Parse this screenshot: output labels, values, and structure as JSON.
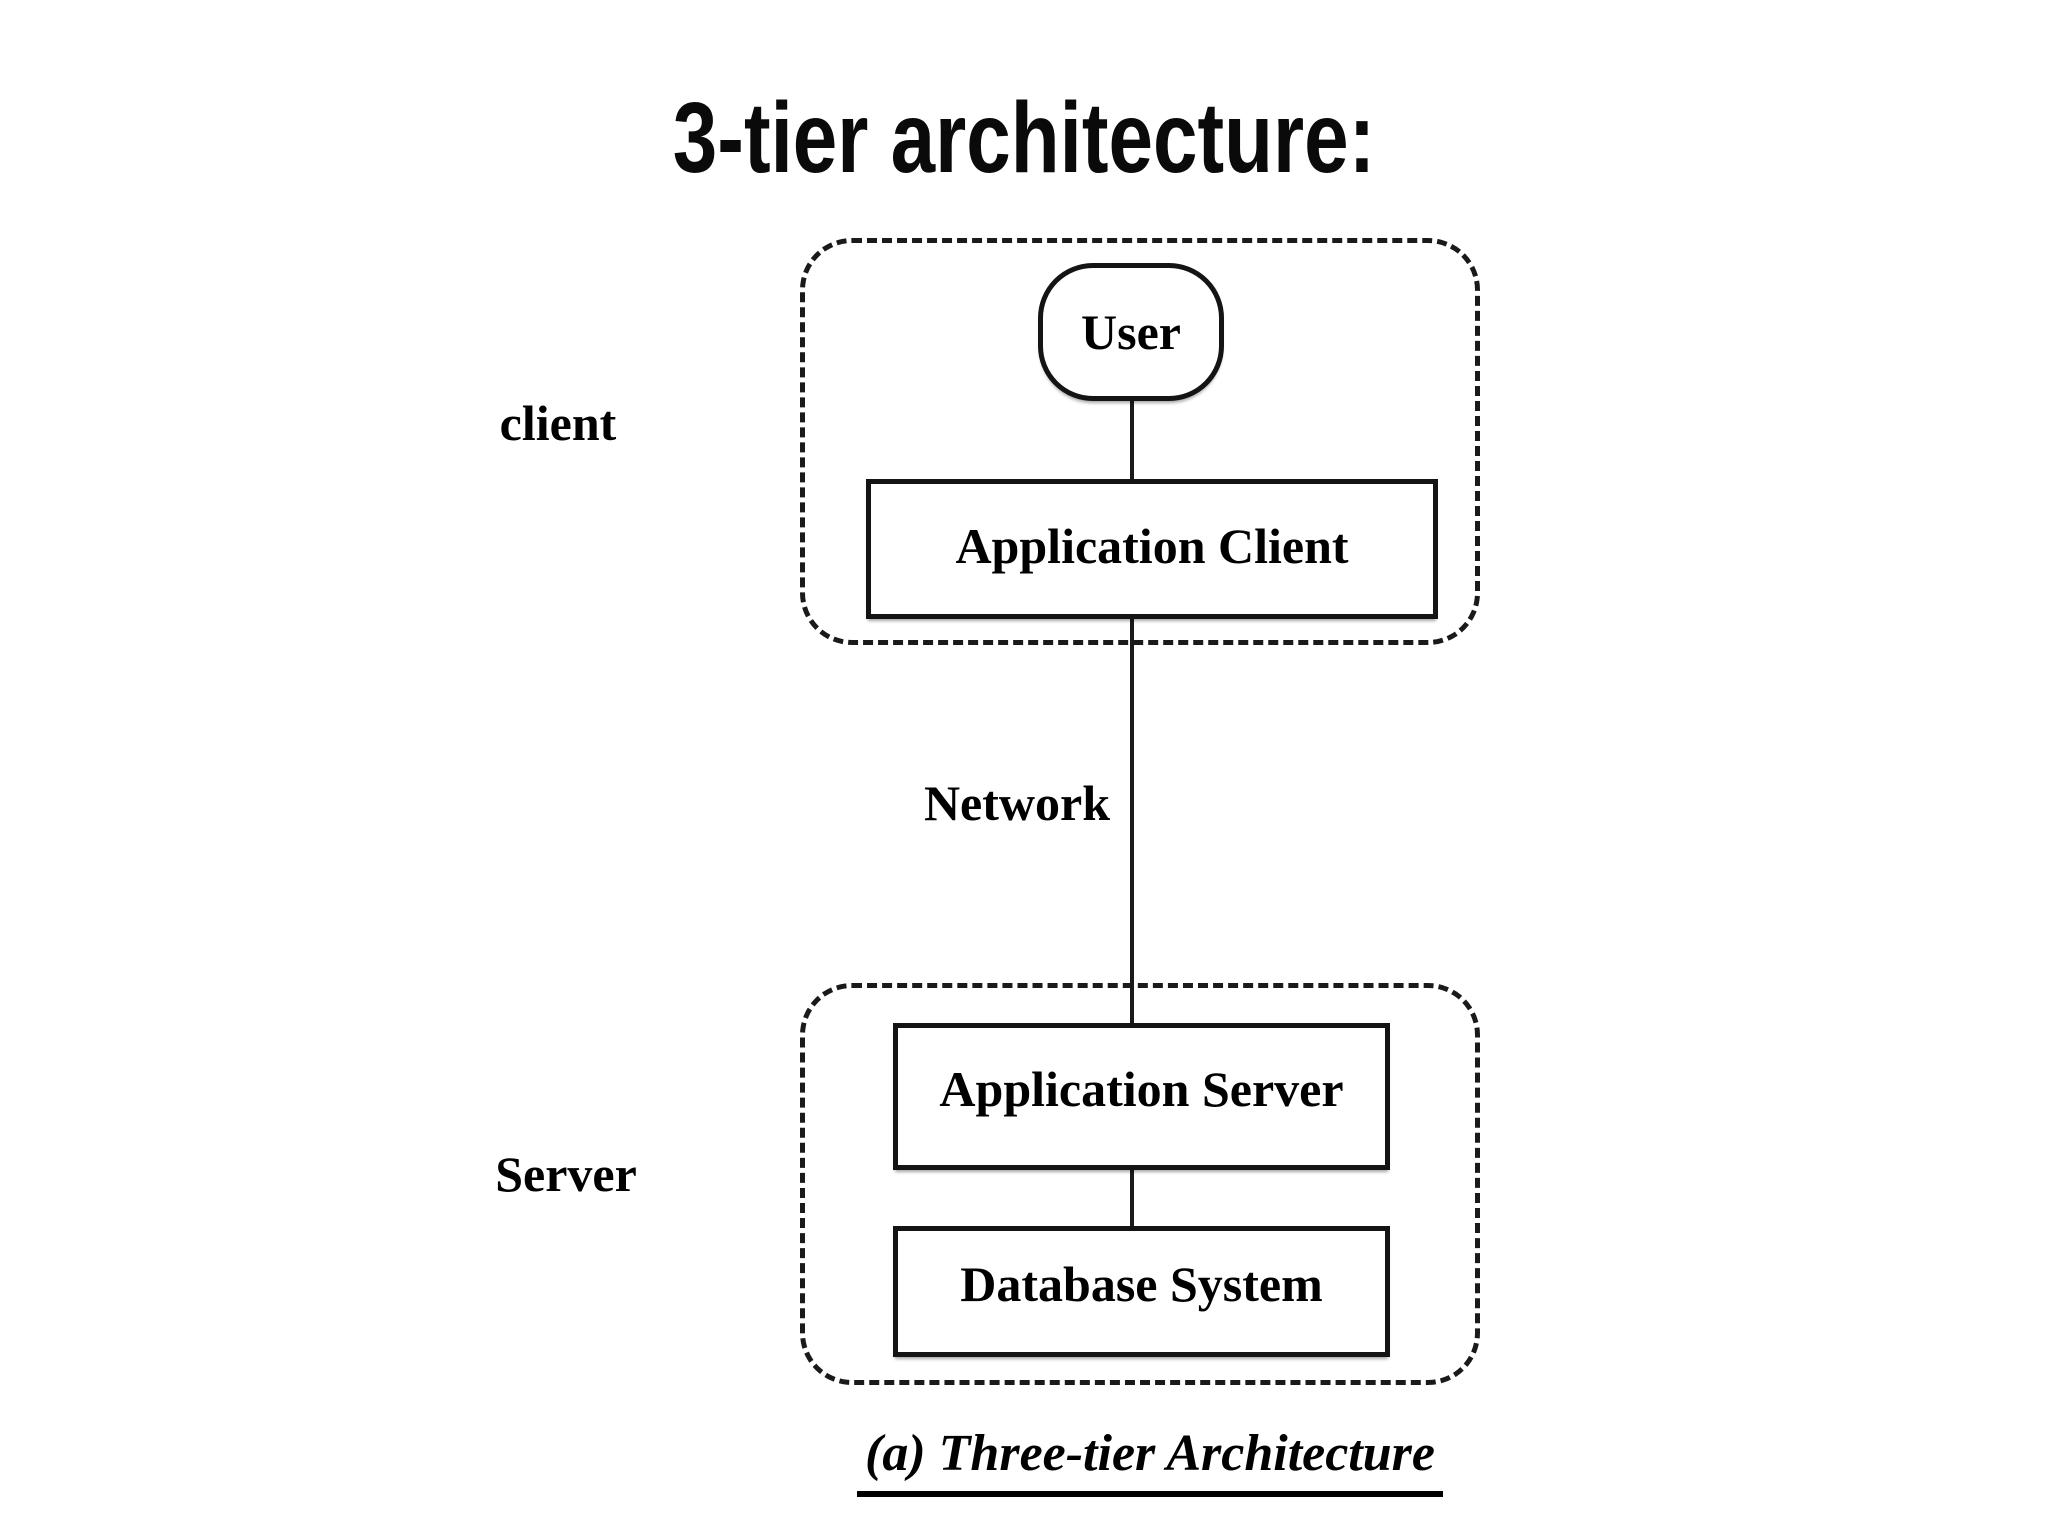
{
  "title": "3-tier architecture:",
  "diagram": {
    "tier_labels": {
      "client": "client",
      "server": "Server"
    },
    "nodes": {
      "user": "User",
      "application_client": "Application Client",
      "application_server": "Application Server",
      "database_system": "Database System"
    },
    "connection_label": "Network",
    "caption": "(a) Three-tier Architecture",
    "colors": {
      "background": "#ffffff",
      "line": "#1a1a1a",
      "text": "#000000"
    }
  }
}
